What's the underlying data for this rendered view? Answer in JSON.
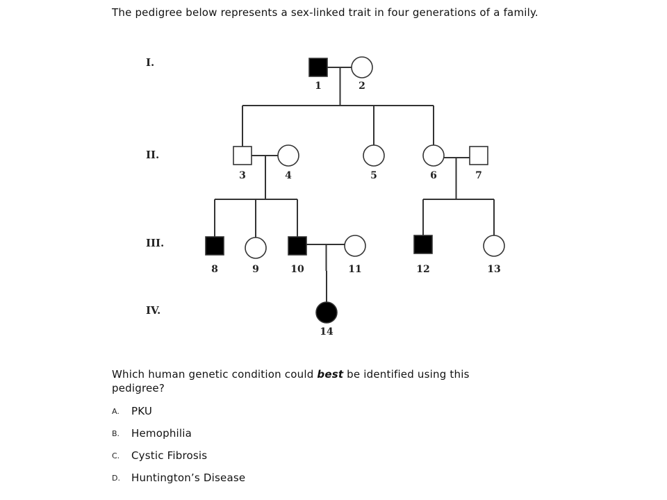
{
  "question": {
    "intro": "The pedigree below represents a sex-linked trait in four generations of a family.",
    "prompt_before": "Which human genetic condition could ",
    "prompt_emphasis": "best",
    "prompt_after": " be identified using this pedigree?",
    "choices": [
      {
        "letter": "A.",
        "text": "PKU"
      },
      {
        "letter": "B.",
        "text": "Hemophilia"
      },
      {
        "letter": "C.",
        "text": "Cystic Fibrosis"
      },
      {
        "letter": "D.",
        "text": "Huntington’s Disease"
      }
    ]
  },
  "pedigree": {
    "generations": [
      "I.",
      "II.",
      "III.",
      "IV."
    ],
    "individuals": [
      {
        "id": "1",
        "sex": "male",
        "affected": true,
        "generation": "I."
      },
      {
        "id": "2",
        "sex": "female",
        "affected": false,
        "generation": "I."
      },
      {
        "id": "3",
        "sex": "male",
        "affected": false,
        "generation": "II."
      },
      {
        "id": "4",
        "sex": "female",
        "affected": false,
        "generation": "II."
      },
      {
        "id": "5",
        "sex": "female",
        "affected": false,
        "generation": "II."
      },
      {
        "id": "6",
        "sex": "female",
        "affected": false,
        "generation": "II."
      },
      {
        "id": "7",
        "sex": "male",
        "affected": false,
        "generation": "II."
      },
      {
        "id": "8",
        "sex": "male",
        "affected": true,
        "generation": "III."
      },
      {
        "id": "9",
        "sex": "female",
        "affected": false,
        "generation": "III."
      },
      {
        "id": "10",
        "sex": "male",
        "affected": true,
        "generation": "III."
      },
      {
        "id": "11",
        "sex": "female",
        "affected": false,
        "generation": "III."
      },
      {
        "id": "12",
        "sex": "male",
        "affected": true,
        "generation": "III."
      },
      {
        "id": "13",
        "sex": "female",
        "affected": false,
        "generation": "III."
      },
      {
        "id": "14",
        "sex": "female",
        "affected": true,
        "generation": "IV."
      }
    ],
    "matings": [
      {
        "partners": [
          "1",
          "2"
        ],
        "children": [
          "3",
          "5",
          "6"
        ]
      },
      {
        "partners": [
          "3",
          "4"
        ],
        "children": [
          "8",
          "9",
          "10"
        ]
      },
      {
        "partners": [
          "6",
          "7"
        ],
        "children": [
          "12",
          "13"
        ]
      },
      {
        "partners": [
          "10",
          "11"
        ],
        "children": [
          "14"
        ]
      }
    ]
  }
}
